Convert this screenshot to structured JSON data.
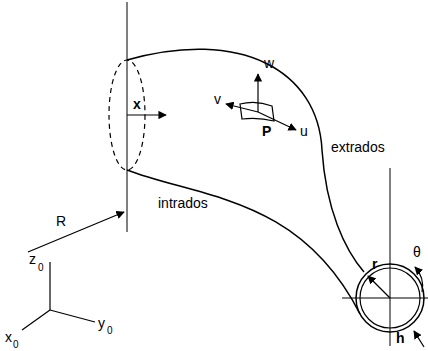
{
  "diagram": {
    "labels": [
      "w",
      "v",
      "x",
      "P",
      "u",
      "extrados",
      "R",
      "intrados",
      "r",
      "θ",
      "z",
      "0",
      "h",
      "x",
      "0",
      "y",
      "0"
    ]
  }
}
